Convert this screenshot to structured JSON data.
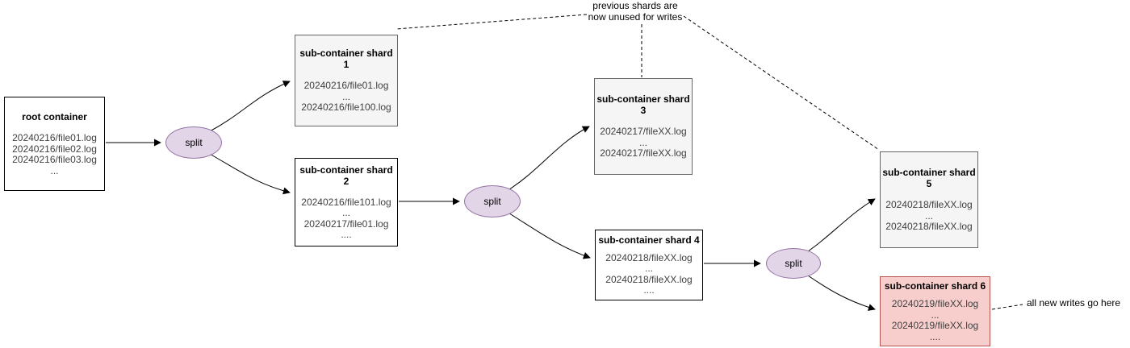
{
  "nodes": {
    "root": {
      "title": "root container",
      "lines": [
        "20240216/file01.log",
        "20240216/file02.log",
        "20240216/file03.log",
        "..."
      ]
    },
    "shard1": {
      "title": "sub-container shard 1",
      "lines": [
        "20240216/file01.log",
        "...",
        "20240216/file100.log"
      ]
    },
    "shard2": {
      "title": "sub-container shard 2",
      "lines": [
        "20240216/file101.log",
        "...",
        "20240217/file01.log",
        "...."
      ]
    },
    "shard3": {
      "title": "sub-container shard 3",
      "lines": [
        "20240217/fileXX.log",
        "...",
        "20240217/fileXX.log"
      ]
    },
    "shard4": {
      "title": "sub-container shard 4",
      "lines": [
        "20240218/fileXX.log",
        "...",
        "20240218/fileXX.log",
        "...."
      ]
    },
    "shard5": {
      "title": "sub-container shard 5",
      "lines": [
        "20240218/fileXX.log",
        "...",
        "20240218/fileXX.log"
      ]
    },
    "shard6": {
      "title": "sub-container shard 6",
      "lines": [
        "20240219/fileXX.log",
        "...",
        "20240219/fileXX.log",
        "...."
      ]
    }
  },
  "splits": {
    "label": "split"
  },
  "annotations": {
    "unused": {
      "line1": "previous shards are",
      "line2": "now unused for writes"
    },
    "new_writes": "all new  writes go here"
  },
  "colors": {
    "shard_grey_fill": "#f5f5f5",
    "shard_grey_border": "#666666",
    "shard_new_fill": "#f8cecc",
    "shard_new_border": "#b85450",
    "split_fill": "#e1d5e7",
    "split_border": "#9673a6",
    "edge_stroke": "#000000"
  }
}
